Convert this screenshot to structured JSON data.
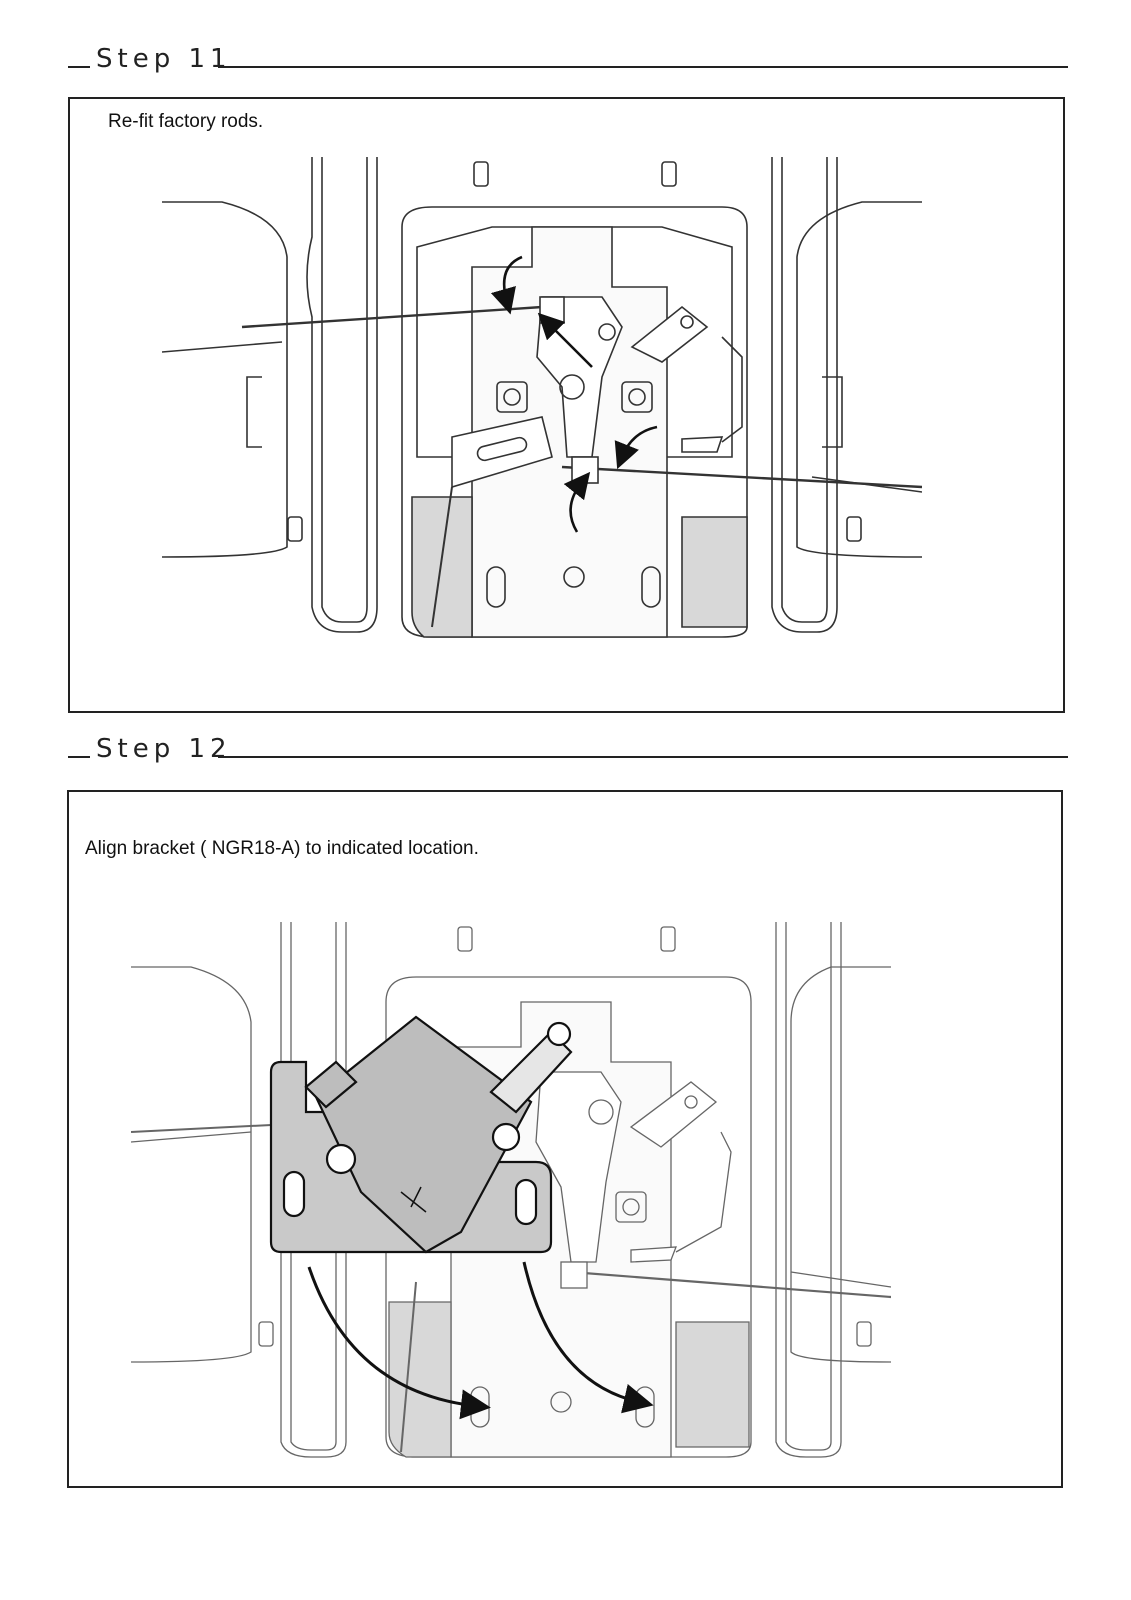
{
  "steps": [
    {
      "title": "Step 11",
      "instruction": "Re-fit factory rods."
    },
    {
      "title": "Step 12",
      "instruction": "Align bracket ( NGR18-A) to indicated location."
    }
  ]
}
